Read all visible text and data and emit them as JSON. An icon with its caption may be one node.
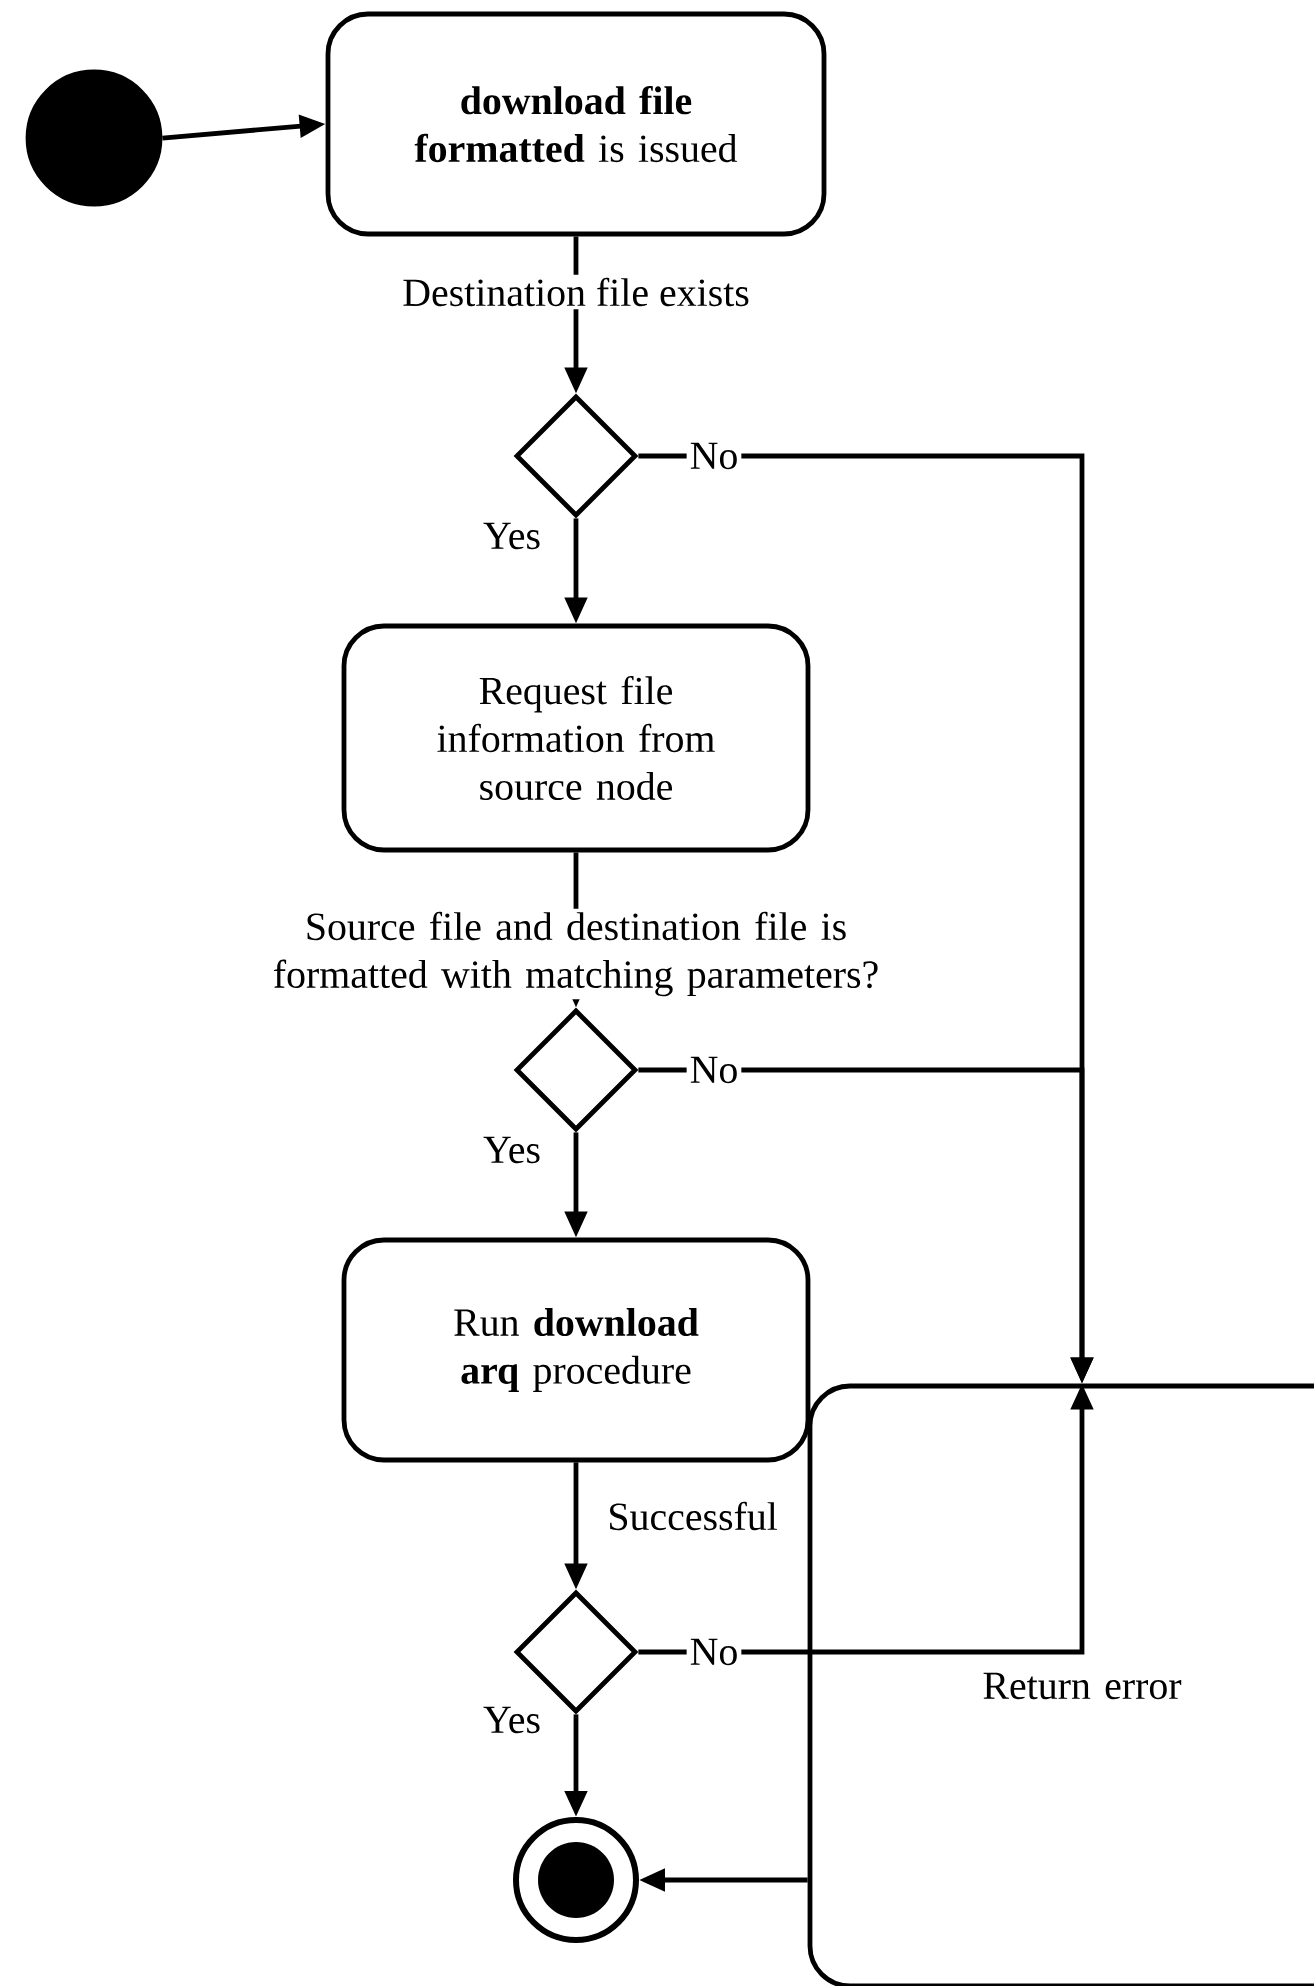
{
  "diagram": {
    "nodes": [
      {
        "text": [],
        "shape": "circle"
      },
      {
        "text": [
          "**download file formatted** is issued"
        ]
      },
      {
        "text": [],
        "shape": "diamond"
      },
      {
        "text": [
          "Request file information from source node"
        ]
      },
      {
        "text": [],
        "shape": "diamond"
      },
      {
        "text": [
          "Run **download arq** procedure"
        ]
      },
      {
        "text": [],
        "shape": "diamond"
      },
      {
        "text": [
          "Return error"
        ]
      },
      {
        "text": [],
        "shape": "circle"
      }
    ],
    "edges": [
      {
        "from": 0,
        "to": 1,
        "arrow": "to"
      },
      {
        "from": 1,
        "to": 2,
        "arrow": "to",
        "label": "Destination file exists"
      },
      {
        "from": 2,
        "to": 3,
        "arrow": "to",
        "label": "Yes"
      },
      {
        "from": 2,
        "to": 7,
        "arrow": "to",
        "label": "No"
      },
      {
        "from": 3,
        "to": 4,
        "arrow": "to",
        "label": "Source file and destination file is formatted with matching parameters?"
      },
      {
        "from": 4,
        "to": 5,
        "arrow": "to",
        "label": "Yes"
      },
      {
        "from": 4,
        "to": 7,
        "arrow": "to",
        "label": "No"
      },
      {
        "from": 5,
        "to": 6,
        "arrow": "to",
        "label": "Successful"
      },
      {
        "from": 6,
        "to": 8,
        "arrow": "to",
        "label": "Yes"
      },
      {
        "from": 6,
        "to": 7,
        "arrow": "to",
        "label": "No"
      },
      {
        "from": 7,
        "to": 8,
        "arrow": "to"
      }
    ]
  }
}
